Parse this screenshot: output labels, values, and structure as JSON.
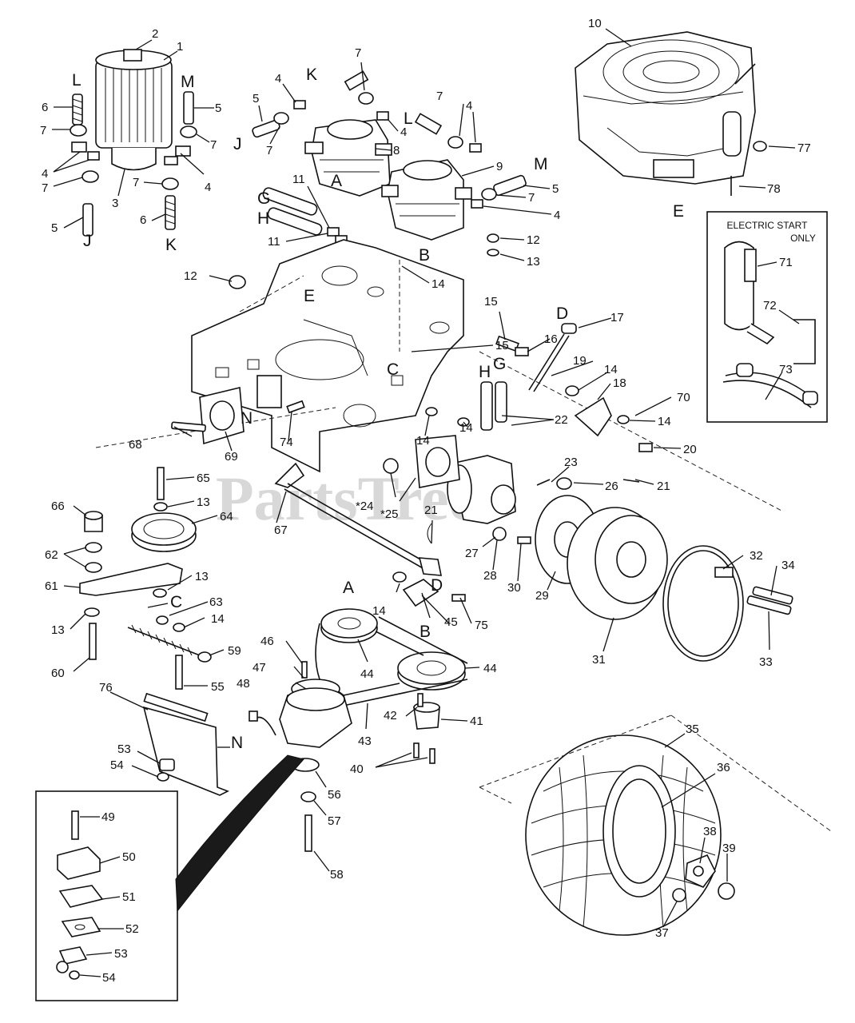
{
  "watermark": "PartsTree",
  "inset_box": {
    "line1": "ELECTRIC START",
    "line2": "ONLY"
  },
  "callouts": {
    "c1": "1",
    "c2": "2",
    "c3": "3",
    "c4": "4",
    "c5": "5",
    "c6": "6",
    "c7": "7",
    "c8": "8",
    "c9": "9",
    "c10": "10",
    "c11": "11",
    "c12": "12",
    "c13": "13",
    "c14": "14",
    "c15": "15",
    "c16": "16",
    "c17": "17",
    "c18": "18",
    "c19": "19",
    "c20": "20",
    "c21": "21",
    "c22": "22",
    "c23": "23",
    "c24": "*24",
    "c25": "*25",
    "c26": "26",
    "c27": "27",
    "c28": "28",
    "c29": "29",
    "c30": "30",
    "c31": "31",
    "c32": "32",
    "c33": "33",
    "c34": "34",
    "c35": "35",
    "c36": "36",
    "c37": "37",
    "c38": "38",
    "c39": "39",
    "c40": "40",
    "c41": "41",
    "c42": "42",
    "c43": "43",
    "c44": "44",
    "c45": "45",
    "c46": "46",
    "c47": "47",
    "c48": "48",
    "c49": "49",
    "c50": "50",
    "c51": "51",
    "c52": "52",
    "c53": "53",
    "c54": "54",
    "c55": "55",
    "c56": "56",
    "c57": "57",
    "c58": "58",
    "c59": "59",
    "c60": "60",
    "c61": "61",
    "c62": "62",
    "c63": "63",
    "c64": "64",
    "c65": "65",
    "c66": "66",
    "c67": "67",
    "c68": "68",
    "c69": "69",
    "c70": "70",
    "c71": "71",
    "c72": "72",
    "c73": "73",
    "c74": "74",
    "c75": "75",
    "c76": "76",
    "c77": "77",
    "c78": "78"
  },
  "letters": {
    "A": "A",
    "B": "B",
    "C": "C",
    "D": "D",
    "E": "E",
    "G": "G",
    "H": "H",
    "J": "J",
    "K": "K",
    "L": "L",
    "M": "M",
    "N": "N"
  }
}
